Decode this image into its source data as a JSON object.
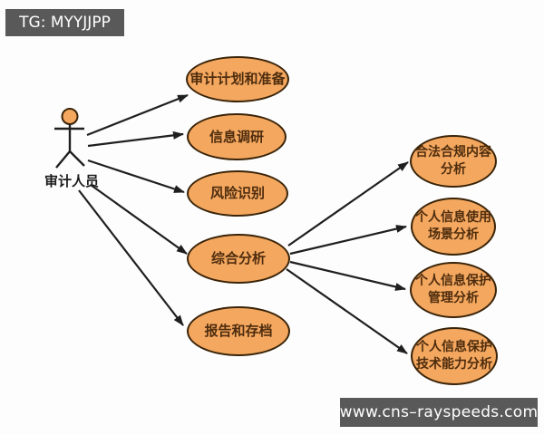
{
  "watermarks": {
    "top_left": "TG: MYYJJPP",
    "bottom_right": "www.cns–rayspeeds.com"
  },
  "actor": {
    "label": "审计人员"
  },
  "use_cases": {
    "left": [
      {
        "label": "审计计划和准备"
      },
      {
        "label": "信息调研"
      },
      {
        "label": "风险识别"
      },
      {
        "label": "综合分析"
      },
      {
        "label": "报告和存档"
      }
    ],
    "right": [
      {
        "label": "合法合规内容分析",
        "line1": "合法合规内容",
        "line2": "分析"
      },
      {
        "label": "个人信息使用场景分析",
        "line1": "个人信息使用",
        "line2": "场景分析"
      },
      {
        "label": "个人信息保护管理分析",
        "line1": "个人信息保护",
        "line2": "管理分析"
      },
      {
        "label": "个人信息保护技术能力分析",
        "line1": "个人信息保护",
        "line2": "技术能力分析"
      }
    ]
  },
  "connections": {
    "from_actor": [
      {
        "from": "审计人员",
        "to": "审计计划和准备"
      },
      {
        "from": "审计人员",
        "to": "信息调研"
      },
      {
        "from": "审计人员",
        "to": "风险识别"
      },
      {
        "from": "审计人员",
        "to": "综合分析"
      },
      {
        "from": "审计人员",
        "to": "报告和存档"
      }
    ],
    "from_comprehensive": [
      {
        "from": "综合分析",
        "to": "合法合规内容分析"
      },
      {
        "from": "综合分析",
        "to": "个人信息使用场景分析"
      },
      {
        "from": "综合分析",
        "to": "个人信息保护管理分析"
      },
      {
        "from": "综合分析",
        "to": "个人信息保护技术能力分析"
      }
    ]
  },
  "colors": {
    "ellipse_fill": "#F4A75F",
    "ellipse_border": "#3A2409",
    "ellipse_text": "#4E2D0E",
    "arrow": "#1F1F1F",
    "badge_bg": "#595959",
    "badge_text": "#FFFFFF",
    "background": "#FDFDFD"
  }
}
